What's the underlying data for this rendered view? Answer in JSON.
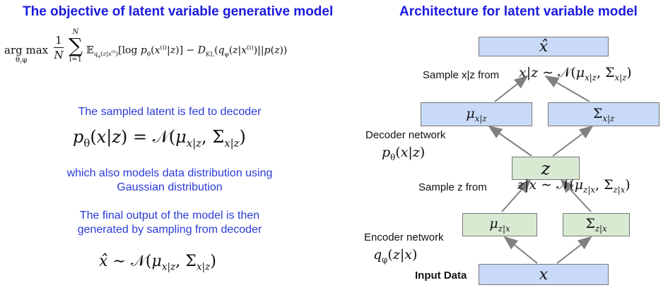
{
  "left": {
    "title": "The objective of latent variable generative model",
    "objective": {
      "argmax": "arg max",
      "subscript": "θ,φ",
      "fraction_num": "1",
      "fraction_den": "N",
      "sum_top": "N",
      "sum_bottom": "i=1",
      "body": "𝔼q_φ(z|x⁽ⁱ⁾)[log p_θ(x⁽ⁱ⁾|z)] − D_KL(q_φ(z|x⁽ⁱ⁾)||p(z))"
    },
    "text1": "The sampled latent is fed to decoder",
    "eq1": "p_θ(x|z) = 𝒩(μ_x|z, Σ_x|z)",
    "text2_line1": "which also models data distribution using",
    "text2_line2": "Gaussian distribution",
    "text3_line1": "The final output of the model is then",
    "text3_line2": "generated by sampling from decoder",
    "eq2": "x̂ ∼ 𝒩(μ_x|z, Σ_x|z)"
  },
  "right": {
    "title": "Architecture for latent variable model",
    "xhat_box": "x̂",
    "sample_x_label": "Sample x|z from",
    "sample_x_eq": "x|z ∼ 𝒩(μ_x|z, Σ_x|z)",
    "mu_x_box": "μ_x|z",
    "sigma_x_box": "Σ_x|z",
    "decoder_label": "Decoder network",
    "decoder_eq": "p_θ(x|z)",
    "z_box": "z",
    "sample_z_label": "Sample z from",
    "sample_z_eq": "z|x ∼ 𝒩(μ_z|x, Σ_z|x)",
    "mu_z_box": "μ_z|x",
    "sigma_z_box": "Σ_z|x",
    "encoder_label": "Encoder network",
    "encoder_eq": "q_φ(z|x)",
    "input_label": "Input Data",
    "x_box": "x"
  },
  "colors": {
    "title": "#1a1adf",
    "text": "#2a3bd6",
    "box_blue": "#c9daf8",
    "box_green": "#d9ead3",
    "arrow": "#808080"
  }
}
